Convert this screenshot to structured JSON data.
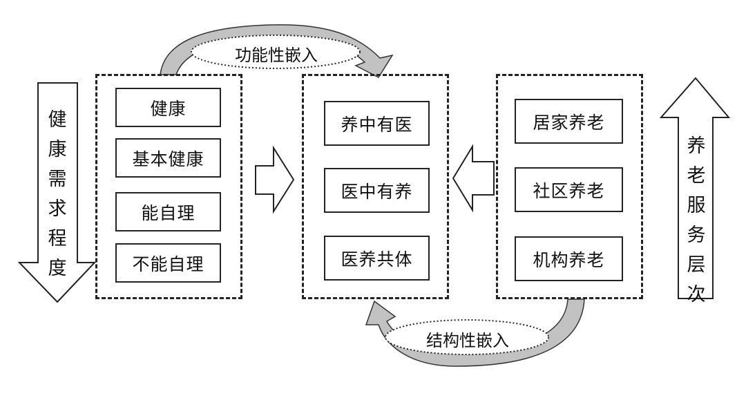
{
  "left_arrow_text": "健康需求程度",
  "right_arrow_text": "养老服务层次",
  "health_levels": [
    "健康",
    "基本健康",
    "能自理",
    "不能自理"
  ],
  "integration_modes": [
    "养中有医",
    "医中有养",
    "医养共体"
  ],
  "care_services": [
    "居家养老",
    "社区养老",
    "机构养老"
  ],
  "top_oval_label": "功能性嵌入",
  "bottom_oval_label": "结构性嵌入"
}
